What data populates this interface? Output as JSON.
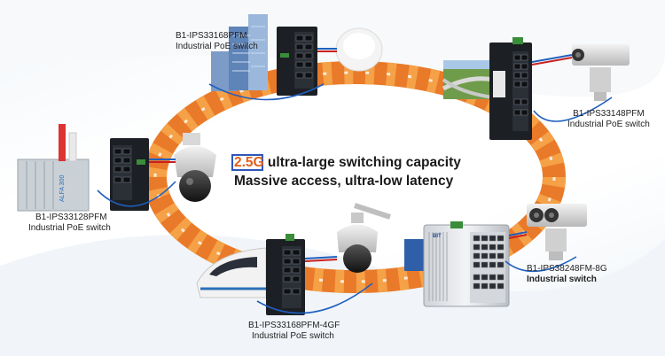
{
  "headline": {
    "highlight": "2.5G",
    "line1_rest": "ultra-large switching capacity",
    "line2": "Massive access, ultra-low latency"
  },
  "devices": [
    {
      "id": "b1-ips33168pfm",
      "model": "B1-IPS33168PFM",
      "desc": "Industrial PoE switch"
    },
    {
      "id": "b1-ips33148pfm",
      "model": "B1-IPS33148PFM",
      "desc": "Industrial PoE switch"
    },
    {
      "id": "b1-ips33128pfm",
      "model": "B1-IPS33128PFM",
      "desc": "Industrial PoE switch"
    },
    {
      "id": "b1-ips38248fm-8g",
      "model": "B1-IPS38248FM-8G",
      "desc": "Industrial switch"
    },
    {
      "id": "b1-ips33168pfm-4gf",
      "model": "B1-IPS33168PFM-4GF",
      "desc": "Industrial PoE switch"
    }
  ],
  "product_markings": {
    "enclosure": "ALFA 300",
    "switch_brand": "BIT"
  },
  "colors": {
    "ring": "#f08c2a",
    "ring_dark": "#e06a16",
    "highlight": "#e2601a",
    "box": "#2f57b8",
    "cable_blue": "#1f5fbf",
    "cable_red": "#c8201e"
  }
}
